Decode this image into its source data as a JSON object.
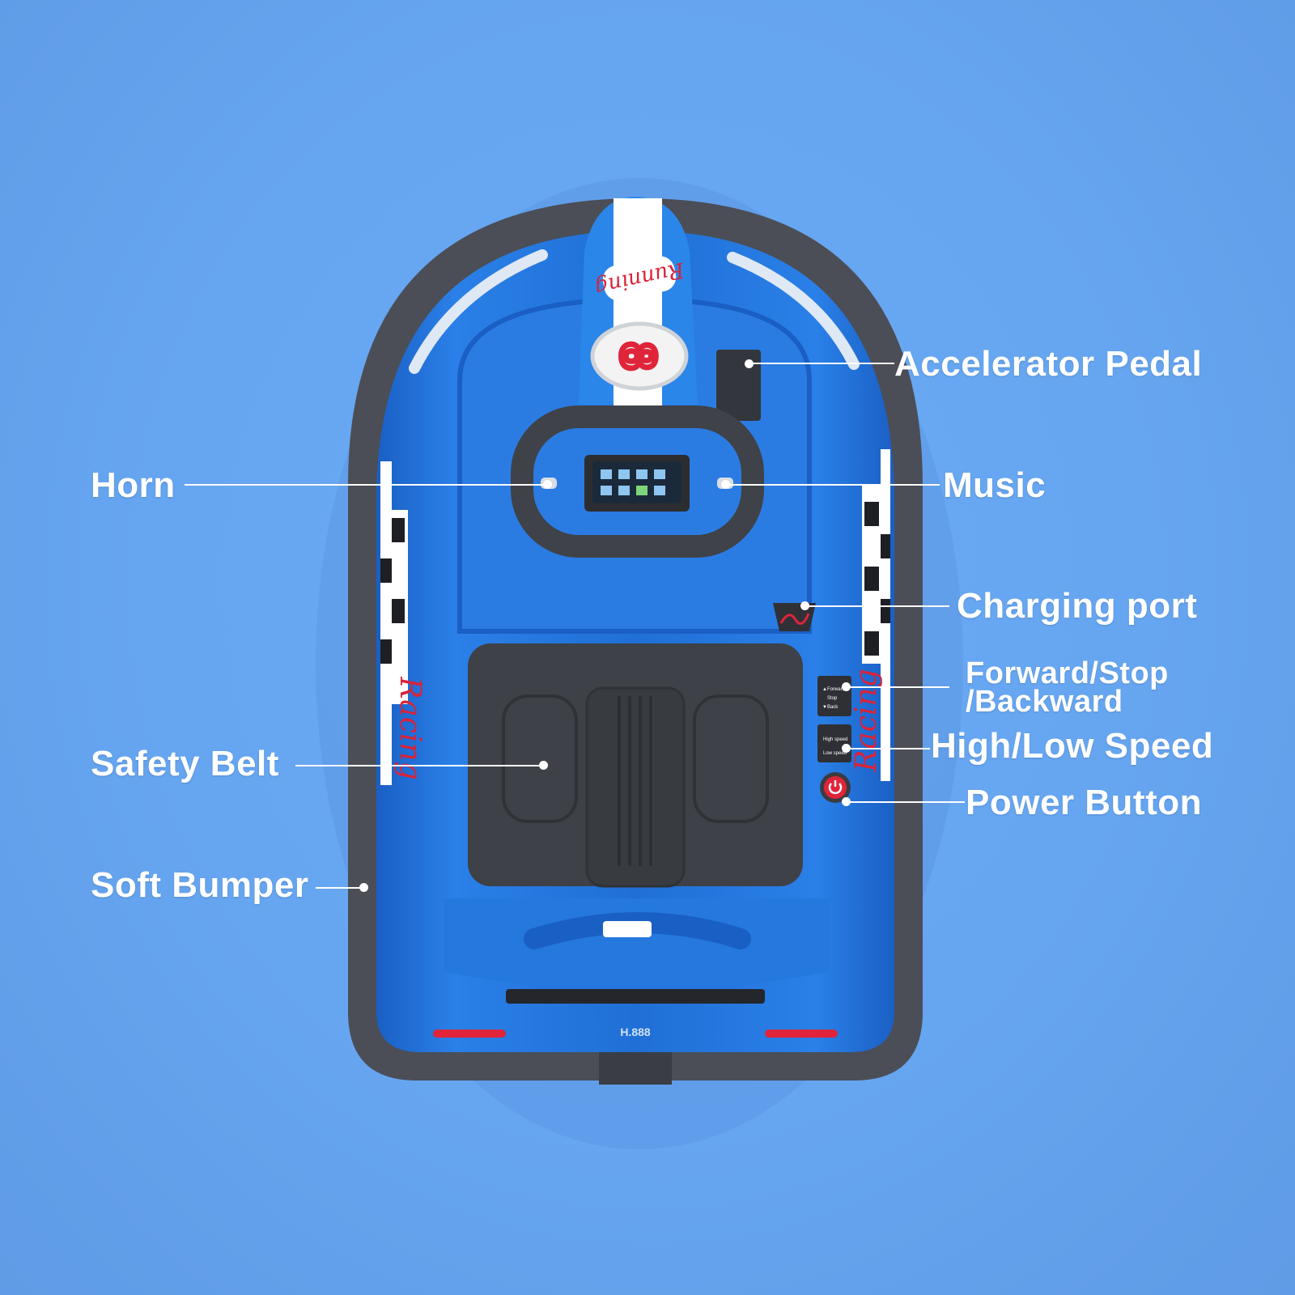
{
  "labels": {
    "accelerator_pedal": "Accelerator Pedal",
    "horn": "Horn",
    "music": "Music",
    "charging_port": "Charging port",
    "forward_stop_line1": "Forward/Stop",
    "forward_stop_line2": "/Backward",
    "high_low_speed": "High/Low Speed",
    "power_button": "Power Button",
    "safety_belt": "Safety Belt",
    "soft_bumper": "Soft Bumper"
  },
  "car": {
    "number": "8",
    "nose_decal": "Running",
    "side_decal": "Racing",
    "switch_direction": {
      "forward": "▲Forward",
      "stop": "Stop",
      "back": "▼Back"
    },
    "switch_speed": {
      "high": "High speed",
      "low": "Low speed"
    },
    "rear_plate": "H.888"
  },
  "colors": {
    "background": "#67a6f2",
    "body": "#1f6fd6",
    "bumper": "#4b4e56",
    "seat": "#3e4147",
    "accent_red": "#e0243a"
  }
}
